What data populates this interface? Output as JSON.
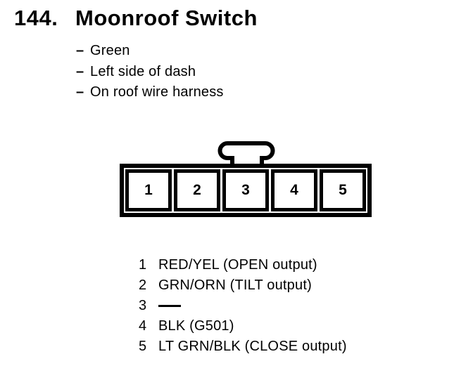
{
  "page": {
    "item_number": "144.",
    "title": "Moonroof Switch"
  },
  "connector_info": {
    "bullet_char": "–",
    "notes": [
      "Green",
      "Left side of dash",
      "On roof wire harness"
    ]
  },
  "connector_diagram": {
    "cavity_labels": [
      "1",
      "2",
      "3",
      "4",
      "5"
    ],
    "latch_shape": "rounded-tab-over-cavity-3"
  },
  "pinout": {
    "rows": [
      {
        "pin": "1",
        "wire": "RED/YEL (OPEN output)"
      },
      {
        "pin": "2",
        "wire": "GRN/ORN (TILT output)"
      },
      {
        "pin": "3",
        "wire": "——"
      },
      {
        "pin": "4",
        "wire": "BLK (G501)"
      },
      {
        "pin": "5",
        "wire": "LT GRN/BLK (CLOSE output)"
      }
    ],
    "no_connection_marker": "——"
  },
  "colors": {
    "ink": "#000000",
    "paper": "#ffffff"
  }
}
